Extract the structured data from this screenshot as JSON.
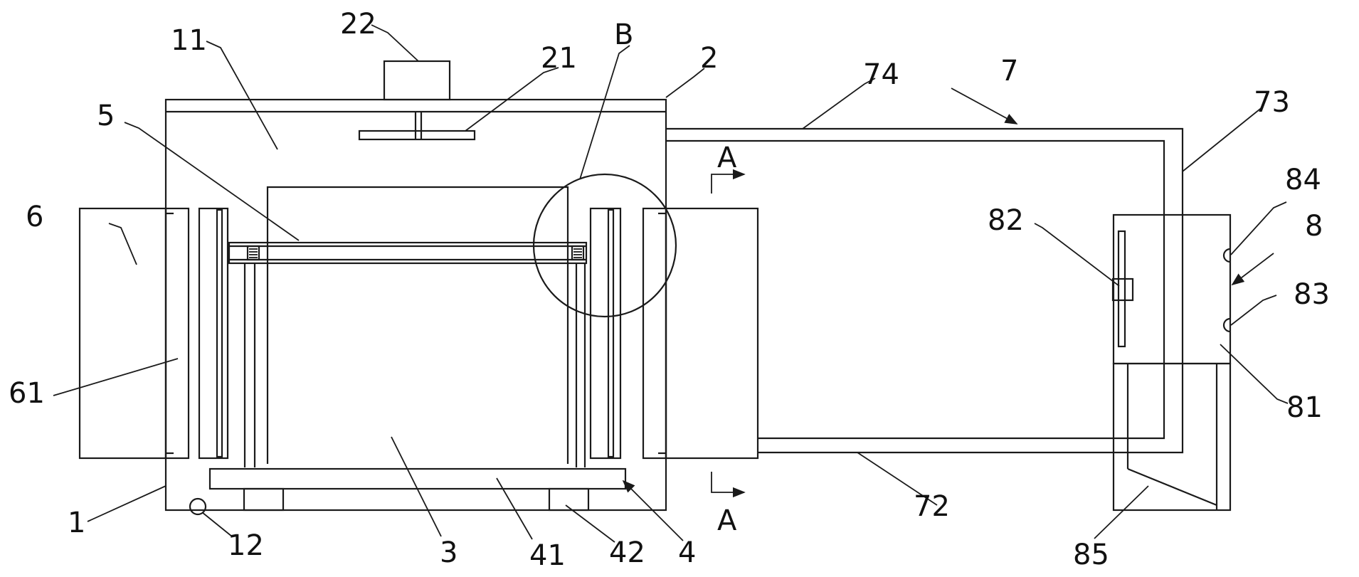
{
  "labels": {
    "l1": "1",
    "l11": "11",
    "l12": "12",
    "l2": "2",
    "l21": "21",
    "l22": "22",
    "l3": "3",
    "l4": "4",
    "l41": "41",
    "l42": "42",
    "l5": "5",
    "l6": "6",
    "l61": "61",
    "l7": "7",
    "l72": "72",
    "l73": "73",
    "l74": "74",
    "l8": "8",
    "l81": "81",
    "l82": "82",
    "l83": "83",
    "l84": "84",
    "l85": "85",
    "lB": "B",
    "lA_top": "A",
    "lA_bottom": "A"
  }
}
